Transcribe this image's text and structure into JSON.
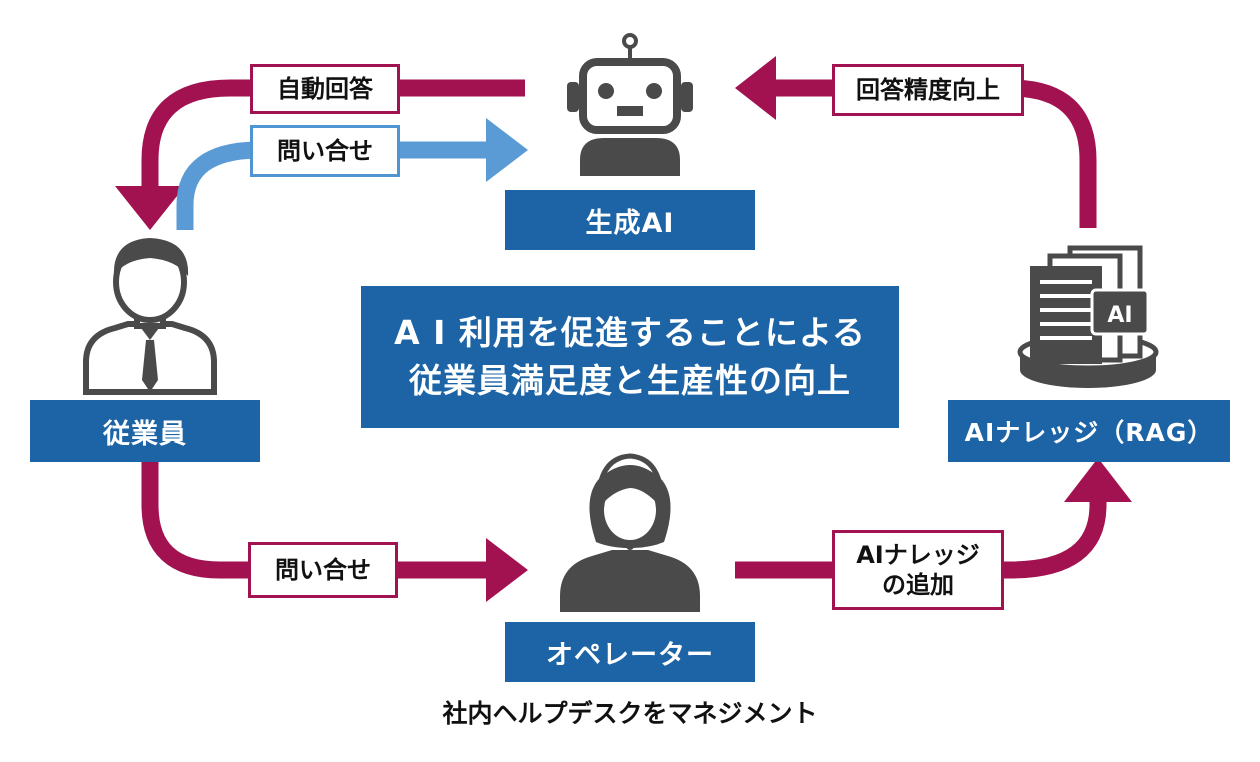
{
  "nodes": {
    "ai": {
      "label": "生成AI"
    },
    "employee": {
      "label": "従業員"
    },
    "operator": {
      "label": "オペレーター"
    },
    "knowledge": {
      "label": "AIナレッジ（RAG）",
      "doc_badge": "AI"
    }
  },
  "edges": {
    "auto_answer": "自動回答",
    "inquiry_to_ai": "問い合せ",
    "inquiry_to_operator": "問い合せ",
    "precision_up": "回答精度向上",
    "add_knowledge_line1": "AIナレッジ",
    "add_knowledge_line2": "の追加"
  },
  "center": {
    "line1": "A I 利用を促進することによる",
    "line2": "従業員満足度と生産性の向上"
  },
  "caption": "社内ヘルプデスクをマネジメント",
  "colors": {
    "magenta": "#a31250",
    "light_blue": "#5b9bd5",
    "box_blue": "#1c64a6",
    "icon_gray": "#4a4a4a"
  }
}
